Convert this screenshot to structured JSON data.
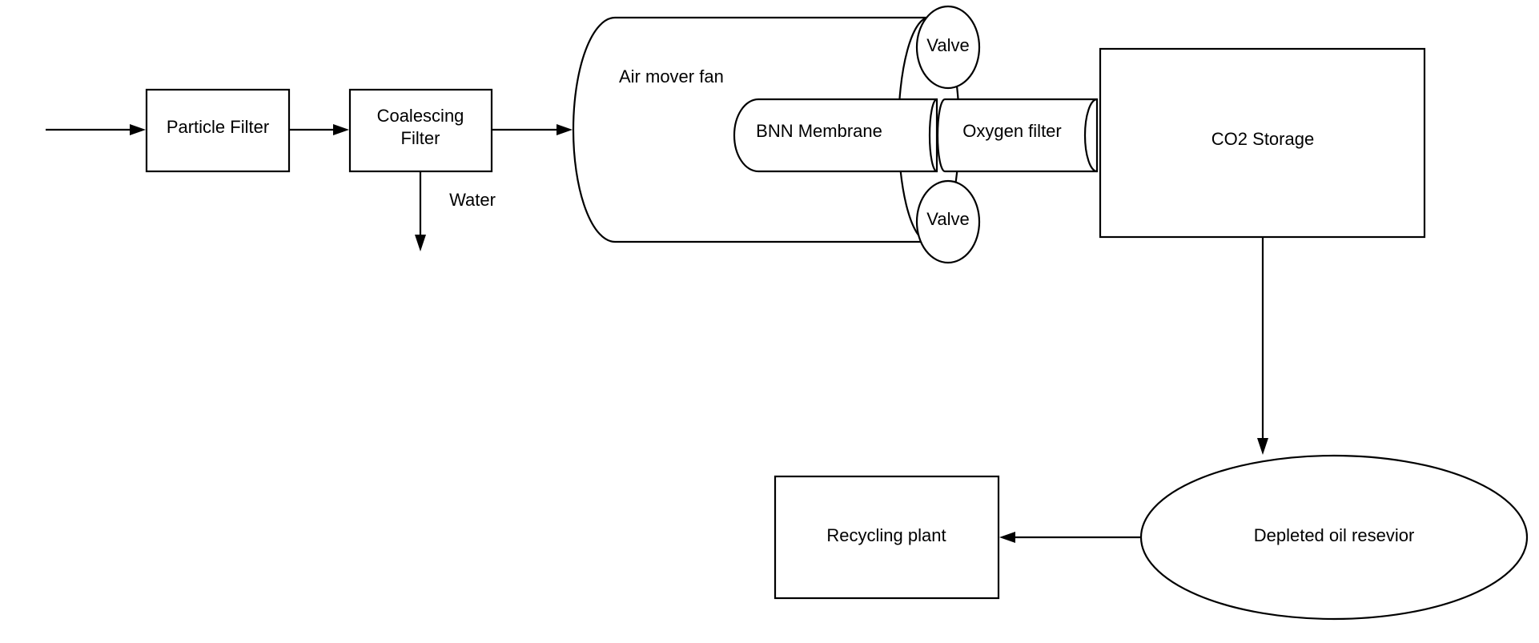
{
  "nodes": {
    "particle_filter": "Particle Filter",
    "coalescing_filter_line1": "Coalescing",
    "coalescing_filter_line2": "Filter",
    "water": "Water",
    "air_mover_fan": "Air mover fan",
    "valve_top": "Valve",
    "valve_bottom": "Valve",
    "bnn_membrane": "BNN Membrane",
    "oxygen_filter": "Oxygen filter",
    "co2_storage": "CO2 Storage",
    "depleted_oil_reservoir": "Depleted oil resevior",
    "recycling_plant": "Recycling plant"
  }
}
